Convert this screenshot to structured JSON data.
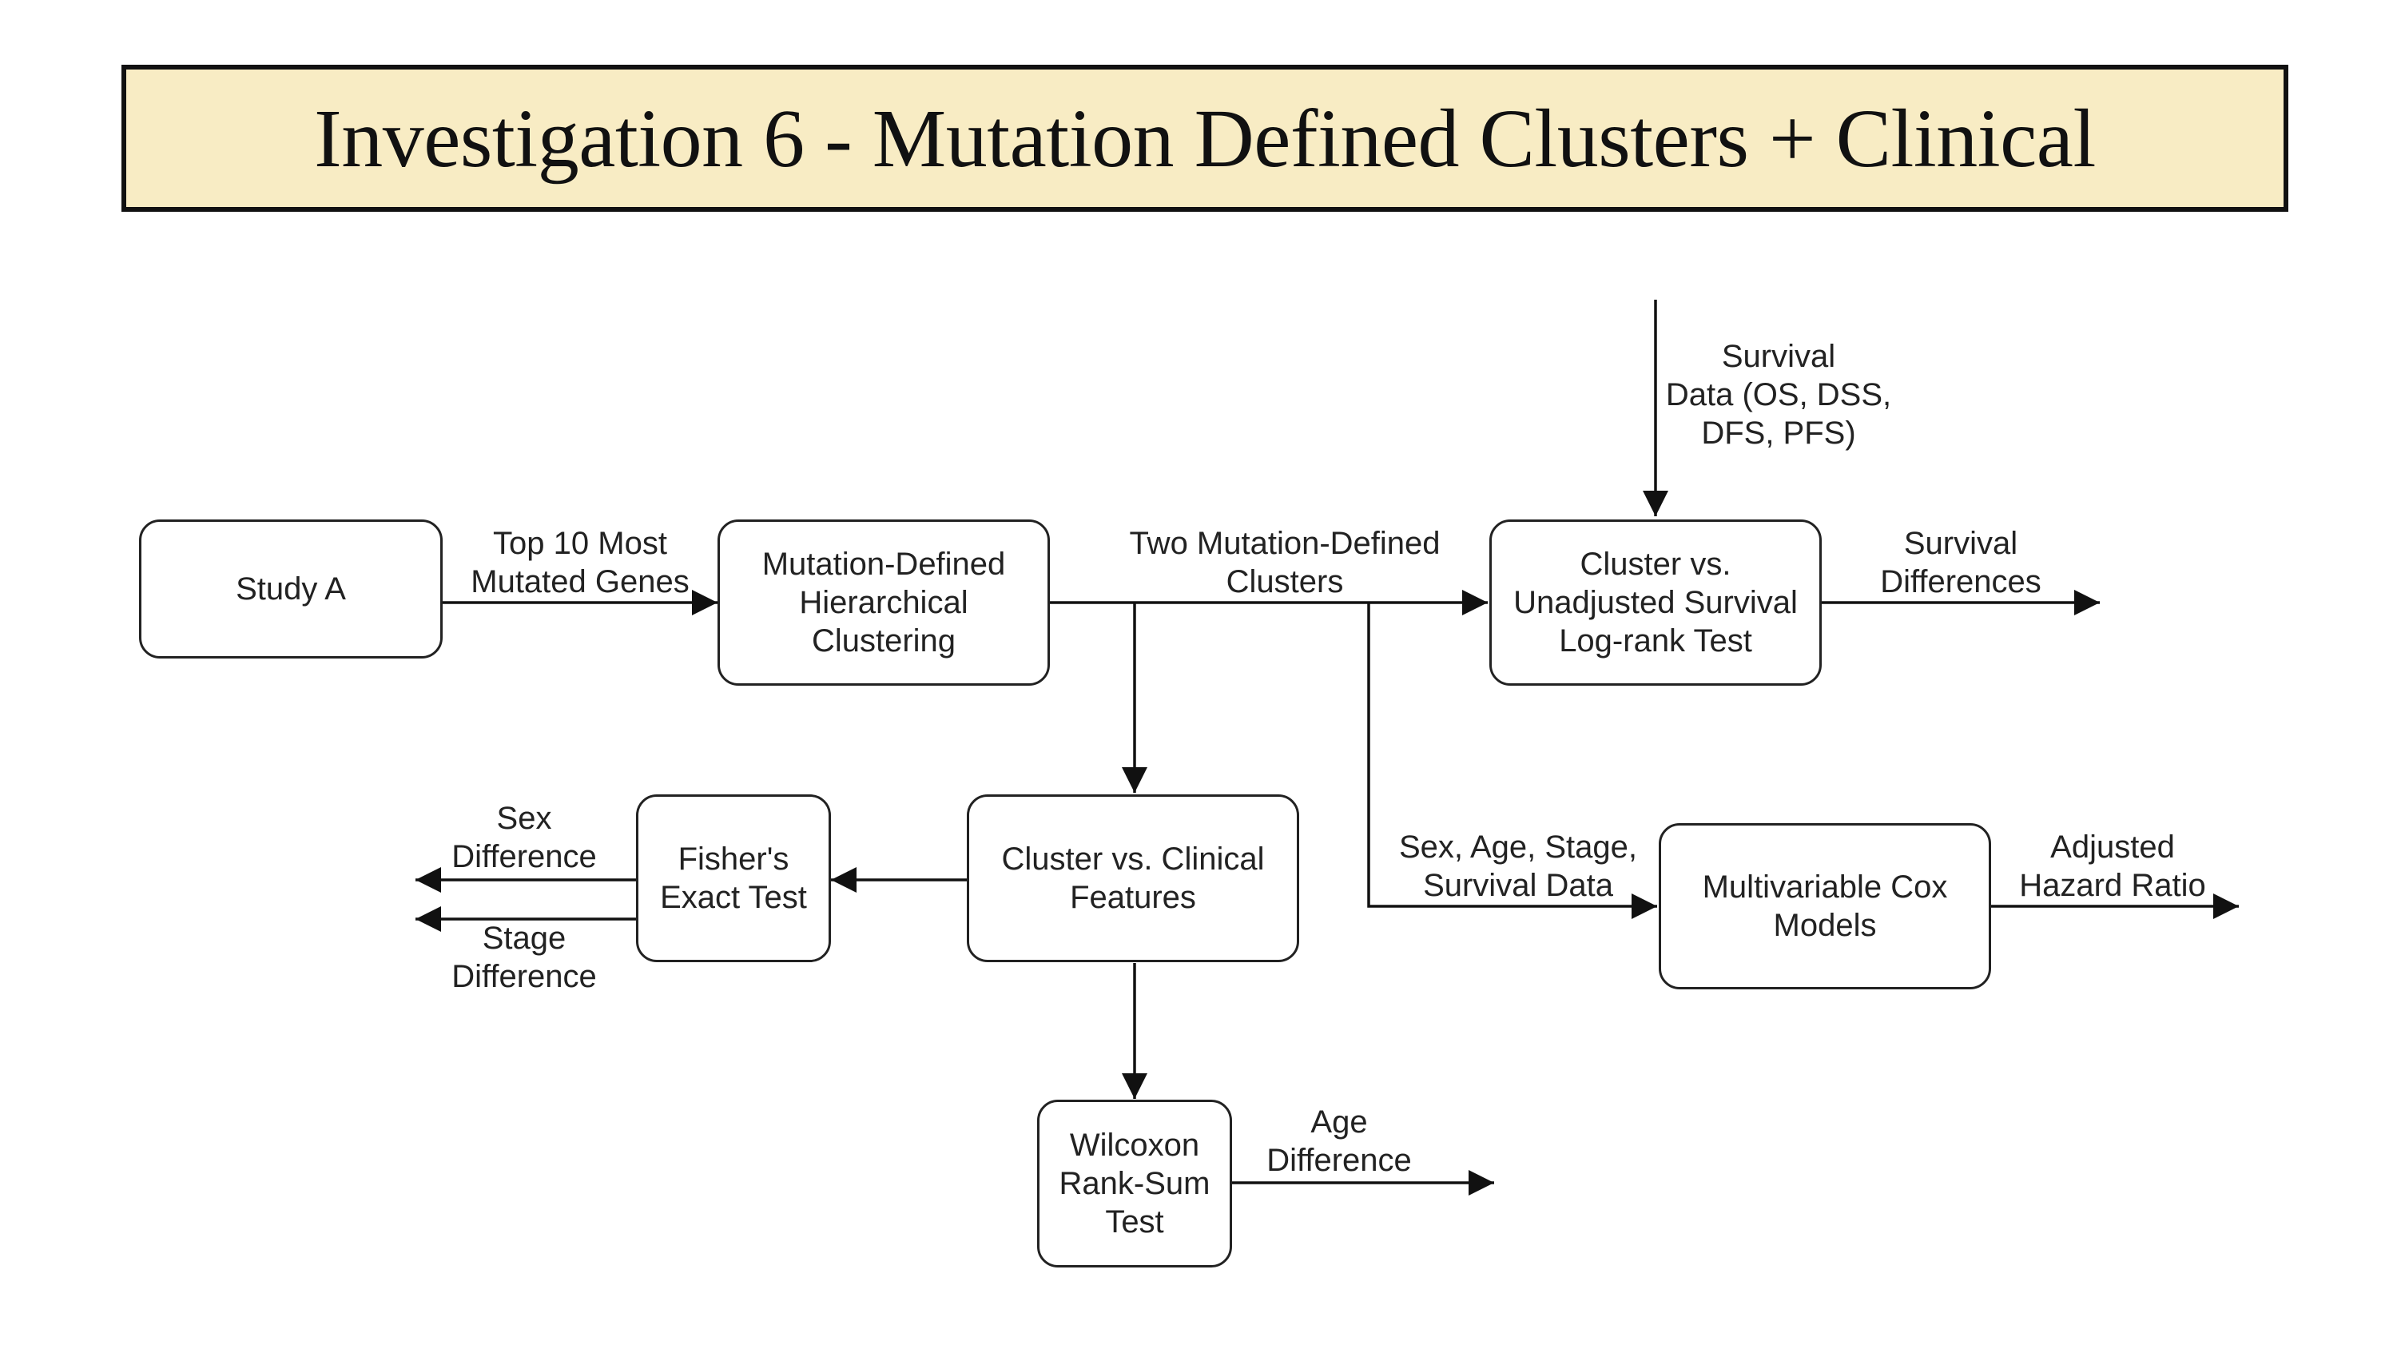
{
  "title": "Investigation 6 - Mutation Defined Clusters + Clinical",
  "nodes": {
    "study_a": "Study A",
    "hierarchical": "Mutation-Defined\nHierarchical\nClustering",
    "cluster_survival": "Cluster vs.\nUnadjusted Survival\nLog-rank Test",
    "cluster_clinical": "Cluster vs. Clinical\nFeatures",
    "fishers": "Fisher's\nExact Test",
    "wilcoxon": "Wilcoxon\nRank-Sum\nTest",
    "cox": "Multivariable Cox\nModels"
  },
  "edge_labels": {
    "top10": "Top 10 Most\nMutated Genes",
    "two_clusters": "Two Mutation-Defined\nClusters",
    "survival_data": "Survival\nData (OS, DSS,\nDFS, PFS)",
    "survival_diff": "Survival\nDifferences",
    "sex_age_stage": "Sex, Age, Stage,\nSurvival Data",
    "adjusted_hr": "Adjusted\nHazard Ratio",
    "sex_diff": "Sex\nDifference",
    "stage_diff": "Stage\nDifference",
    "age_diff": "Age\nDifference"
  }
}
